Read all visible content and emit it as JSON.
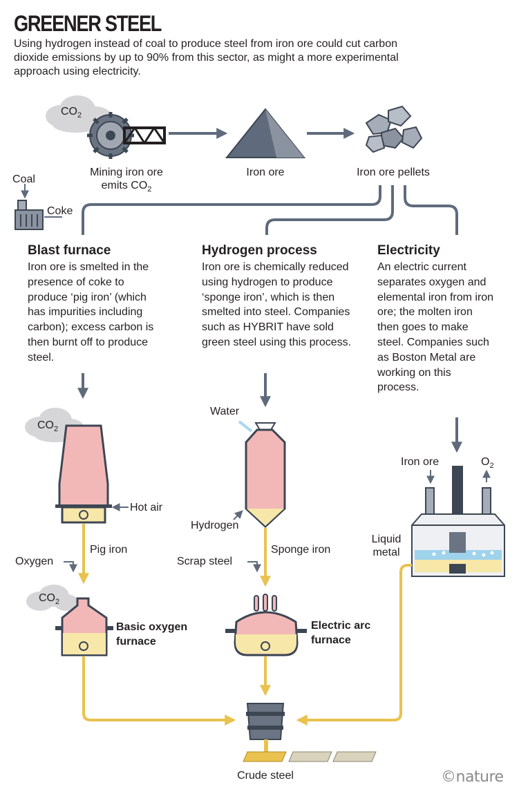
{
  "title": "GREENER STEEL",
  "subtitle": "Using hydrogen instead of coal to produce steel from iron ore could cut carbon dioxide emissions by up to 90% from this sector, as might a more experimental approach using electricity.",
  "top_row": {
    "co2": "CO",
    "co2_sub": "2",
    "mining_line1": "Mining iron ore",
    "mining_line2": "emits CO",
    "mining_sub": "2",
    "iron_ore": "Iron ore",
    "pellets": "Iron ore pellets"
  },
  "coal": "Coal",
  "coke": "Coke",
  "columns": {
    "blast": {
      "heading": "Blast furnace",
      "body": "Iron ore is smelted in the presence of coke to produce ‘pig iron’ (which has impurities including carbon); excess carbon is then burnt off to produce steel."
    },
    "hydrogen": {
      "heading": "Hydrogen process",
      "body": "Iron ore is chemically reduced using hydrogen to produce ‘sponge iron’, which is then smelted into steel. Companies such as HYBRIT have sold green steel using this process."
    },
    "electricity": {
      "heading": "Electricity",
      "body": "An electric current separates oxygen and elemental iron from iron ore; the molten iron then goes to make steel. Companies such as Boston Metal are working on this process."
    }
  },
  "blast_labels": {
    "co2": "CO",
    "co2_sub": "2",
    "hot_air": "Hot air",
    "pig_iron": "Pig iron",
    "oxygen": "Oxygen",
    "co2_bof": "CO",
    "co2_bof_sub": "2",
    "bof_line1": "Basic oxygen",
    "bof_line2": "furnace"
  },
  "hydrogen_labels": {
    "water": "Water",
    "hydrogen": "Hydrogen",
    "sponge_iron": "Sponge iron",
    "scrap_steel": "Scrap steel",
    "eaf_line1": "Electric arc",
    "eaf_line2": "furnace"
  },
  "electric_labels": {
    "iron_ore": "Iron ore",
    "o2": "O",
    "o2_sub": "2",
    "liquid_line1": "Liquid",
    "liquid_line2": "metal"
  },
  "crude_steel": "Crude steel",
  "logo": "©nature",
  "colors": {
    "arrow": "#5f6b7c",
    "flow": "#e9c24f",
    "pink": "#f2b8b8",
    "cream": "#f7e7a9",
    "dark": "#3d4653",
    "cloud": "#d6d6d8"
  }
}
